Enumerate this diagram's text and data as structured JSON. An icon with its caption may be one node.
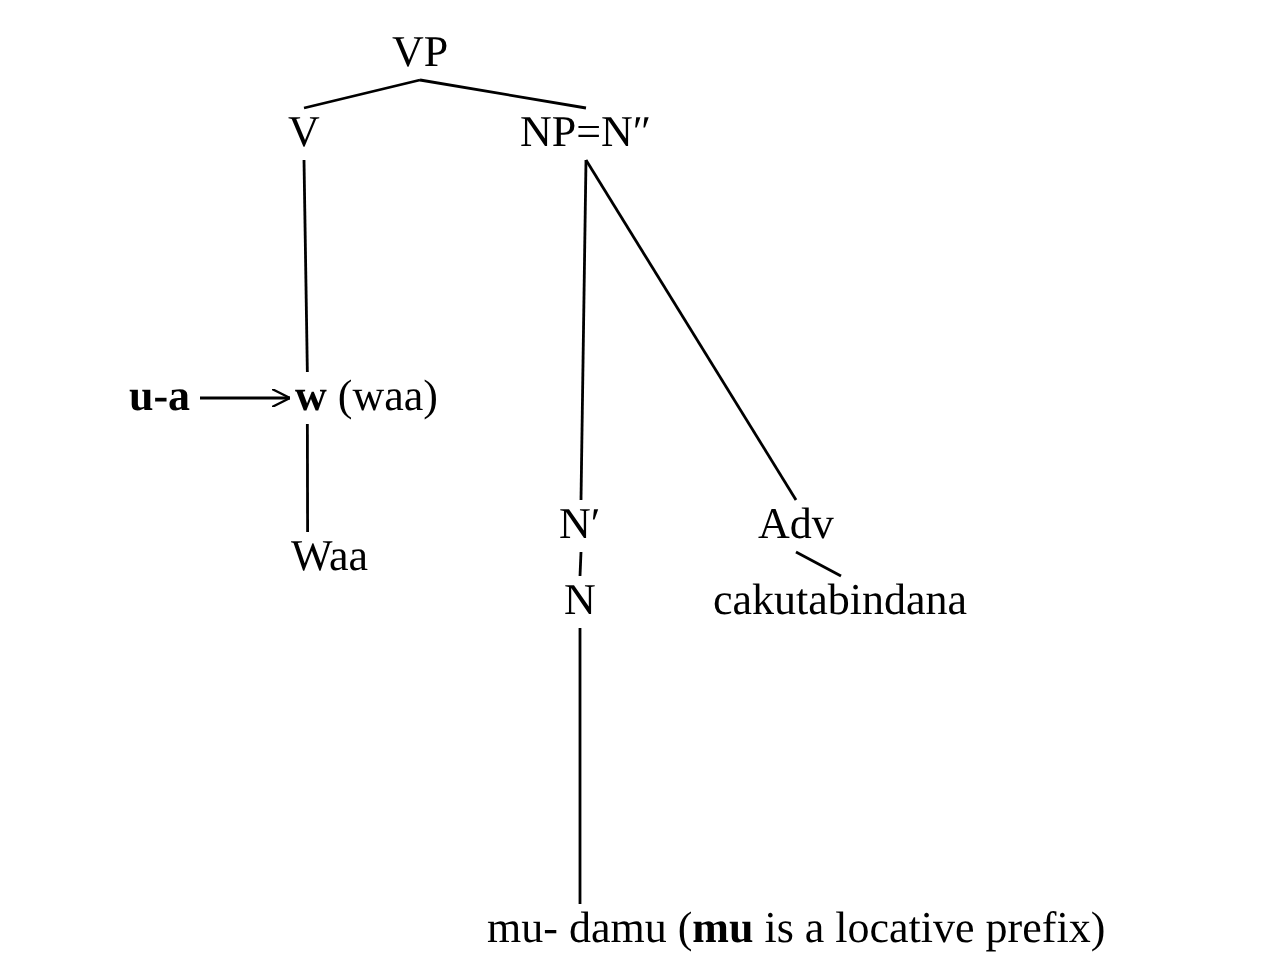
{
  "diagram": {
    "nodes": [
      {
        "text": [
          "VP"
        ]
      },
      {
        "text": [
          "V"
        ]
      },
      {
        "text": [
          "NP=N″"
        ]
      },
      {
        "text": [
          "u-a"
        ]
      },
      {
        "text": [
          "**w** (waa)"
        ]
      },
      {
        "text": [
          "Waa"
        ]
      },
      {
        "text": [
          "N′"
        ]
      },
      {
        "text": [
          "N"
        ]
      },
      {
        "text": [
          "Adv"
        ]
      },
      {
        "text": [
          "cakutabindana"
        ]
      },
      {
        "text": [
          "mu- damu (**mu** is a locative prefix)"
        ]
      }
    ],
    "edges": [
      {
        "from": 0,
        "to": 1,
        "arrow": "none"
      },
      {
        "from": 0,
        "to": 2,
        "arrow": "none"
      },
      {
        "from": 1,
        "to": 4,
        "arrow": "none"
      },
      {
        "from": 3,
        "to": 4,
        "arrow": "to"
      },
      {
        "from": 4,
        "to": 5,
        "arrow": "none"
      },
      {
        "from": 2,
        "to": 6,
        "arrow": "none"
      },
      {
        "from": 2,
        "to": 8,
        "arrow": "none"
      },
      {
        "from": 6,
        "to": 7,
        "arrow": "none"
      },
      {
        "from": 8,
        "to": 9,
        "arrow": "none"
      },
      {
        "from": 7,
        "to": 10,
        "arrow": "none"
      }
    ]
  }
}
